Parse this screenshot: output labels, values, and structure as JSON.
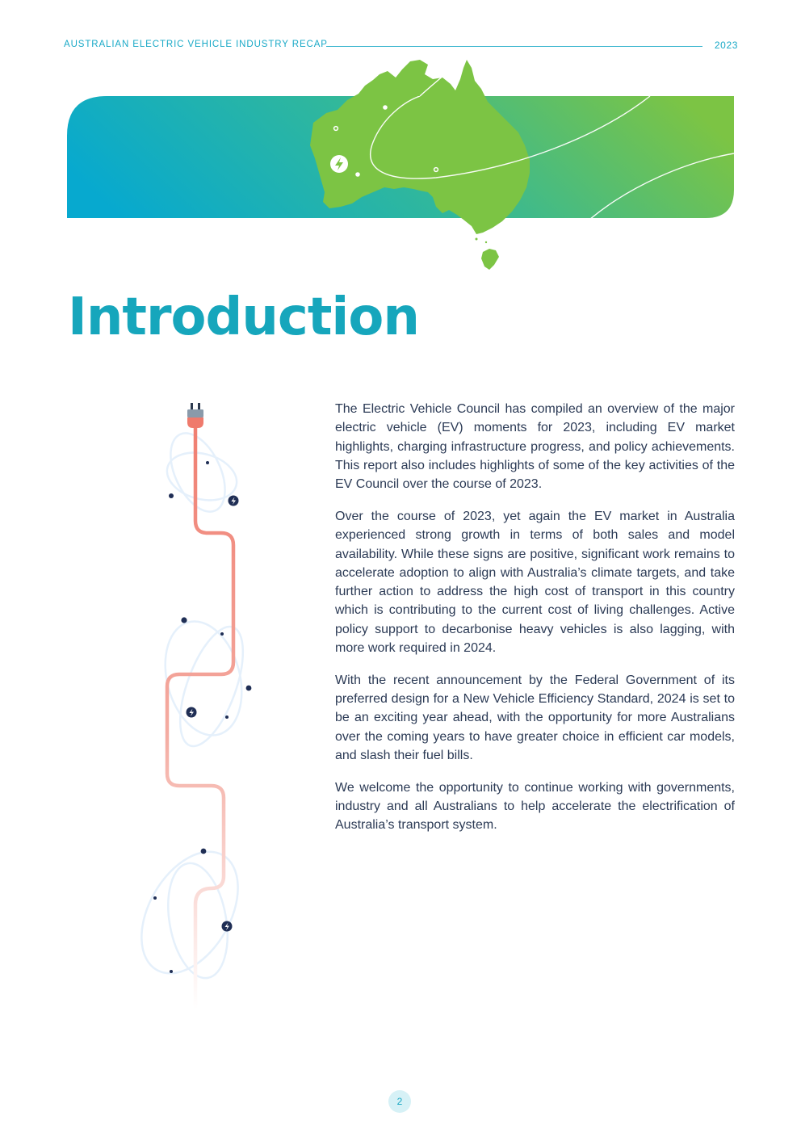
{
  "header": {
    "title": "AUSTRALIAN ELECTRIC VEHICLE INDUSTRY RECAP",
    "year": "2023"
  },
  "banner": {
    "gradient": [
      "#07a9cf",
      "#32b89a",
      "#7cc444"
    ],
    "map_color": "#7cc444",
    "icons": [
      "australia-map",
      "lightning-bolt-icon"
    ]
  },
  "intro": {
    "title": "Introduction",
    "paragraphs": [
      "The Electric Vehicle Council has compiled an overview of the major electric vehicle (EV) moments for 2023, including EV market highlights, charging infrastructure progress, and policy achievements. This report also includes highlights of some of the key activities of the EV Council over the course of 2023.",
      "Over the course of 2023, yet again the EV market in Australia experienced strong growth in terms of both sales and model availability. While these signs are positive, significant work remains to accelerate adoption to align with Australia’s climate targets, and take further action to address the high cost of transport in this country which is contributing to the current cost of living challenges. Active policy support to decarbonise heavy vehicles is also lagging, with more work required in 2024.",
      "With the recent announcement by the Federal Government of its preferred design for a New Vehicle Efficiency Standard, 2024 is set to be an exciting year ahead, with the opportunity for more Australians over the coming years to have greater choice in efficient car models, and slash their fuel bills.",
      "We welcome the opportunity to continue working with governments, industry and all Australians to help accelerate the electrification of Australia’s transport system."
    ]
  },
  "illustration": {
    "cable_color": "#ef7a6c",
    "dot_color": "#1f2e55",
    "icons": [
      "plug-icon",
      "lightning-bolt-icon"
    ]
  },
  "footer": {
    "page_number": "2"
  }
}
